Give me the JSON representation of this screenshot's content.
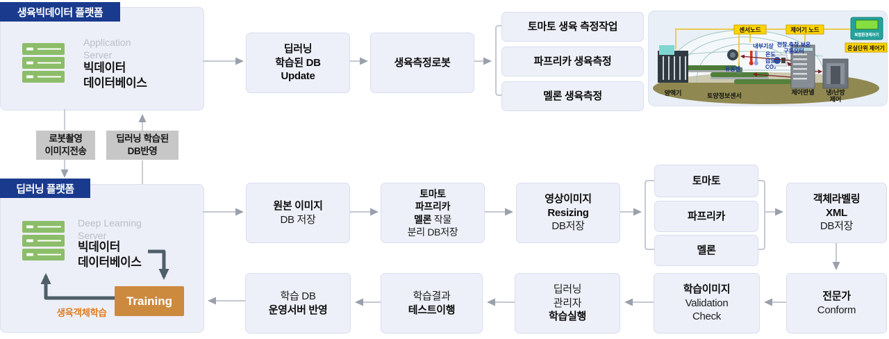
{
  "platform_top": {
    "header": "생육빅데이터 플랫폼",
    "server_label_l1": "Application",
    "server_label_l2": "Server",
    "db_l1": "빅데이터",
    "db_l2": "데이터베이스"
  },
  "transfer": {
    "down_l1": "로봇촬영",
    "down_l2": "이미지전송",
    "up_l1": "딥러닝 학습된",
    "up_l2": "DB반영"
  },
  "platform_deep": {
    "header": "딥러닝 플랫폼",
    "server_label_l1": "Deep Learning",
    "server_label_l2": "Server",
    "db_l1": "빅데이터",
    "db_l2": "데이터베이스",
    "training": "Training",
    "training_note": "생육객체학습"
  },
  "flow_top": {
    "db_update_l1": "딥러닝",
    "db_update_l2": "학습된 DB",
    "db_update_l3": "Update",
    "robot": "생육측정로봇",
    "tasks": [
      "토마토 생육 측정작업",
      "파프리카 생육측정",
      "멜론 생육측정"
    ]
  },
  "flow_mid": {
    "original_l1": "원본 이미지",
    "original_l2": "DB 저장",
    "sep_l1": "토마토",
    "sep_l2": "파프리카",
    "sep_l3b": "멜론",
    "sep_l3r": " 작물",
    "sep_l4": "분리 DB저장",
    "resize_l1": "영상이미지",
    "resize_l2": "Resizing",
    "resize_l3": "DB저장",
    "crops": [
      "토마토",
      "파프리카",
      "멜론"
    ],
    "label_l1": "객체라벨링",
    "label_l2": "XML",
    "label_l3": "DB저장"
  },
  "flow_bottom": {
    "expert_l1": "전문가",
    "expert_l2": "Conform",
    "valid_l1": "학습이미지",
    "valid_l2": "Validation",
    "valid_l3": "Check",
    "manage_l1": "딥러닝",
    "manage_l2": "관리자",
    "manage_l3": "학습실행",
    "test_l1": "학습결과",
    "test_l2": "테스트이행",
    "deploy_l1": "학습 DB",
    "deploy_l2": "운영서버 반영"
  },
  "greenhouse": {
    "sensor_node": "센서노드",
    "controller_node": "제어기 노드",
    "unit_controller": "온실단위 제어기",
    "device": "복합환경제어기",
    "inner_weather": "내부기상",
    "motor_l1": "천창.측창.보온",
    "motor_l2": "구동모터",
    "temp": "온도",
    "humidity": "습도",
    "co2": "CO₂",
    "fan": "유동팬",
    "nutrient": "양액기",
    "soil_sensor": "토양정보센서",
    "control_panel": "제어판넬",
    "hvac_l1": "냉/난방",
    "hvac_l2": "제어"
  },
  "colors": {
    "navy": "#1a3a8e",
    "box_fill": "#eef0f9",
    "box_border": "#d8dcf0",
    "platform_fill": "#edeff8",
    "gray_label": "#c7c7c7",
    "arrow_gray": "#c4c8d2",
    "arrowhead_gray": "#9aa0ac",
    "dark_slate": "#4e5f6a",
    "training_orange": "#cc8a3e",
    "note_orange": "#e07d1d",
    "server_green": "#8cbd69",
    "label_yellow": "#ffd400"
  }
}
